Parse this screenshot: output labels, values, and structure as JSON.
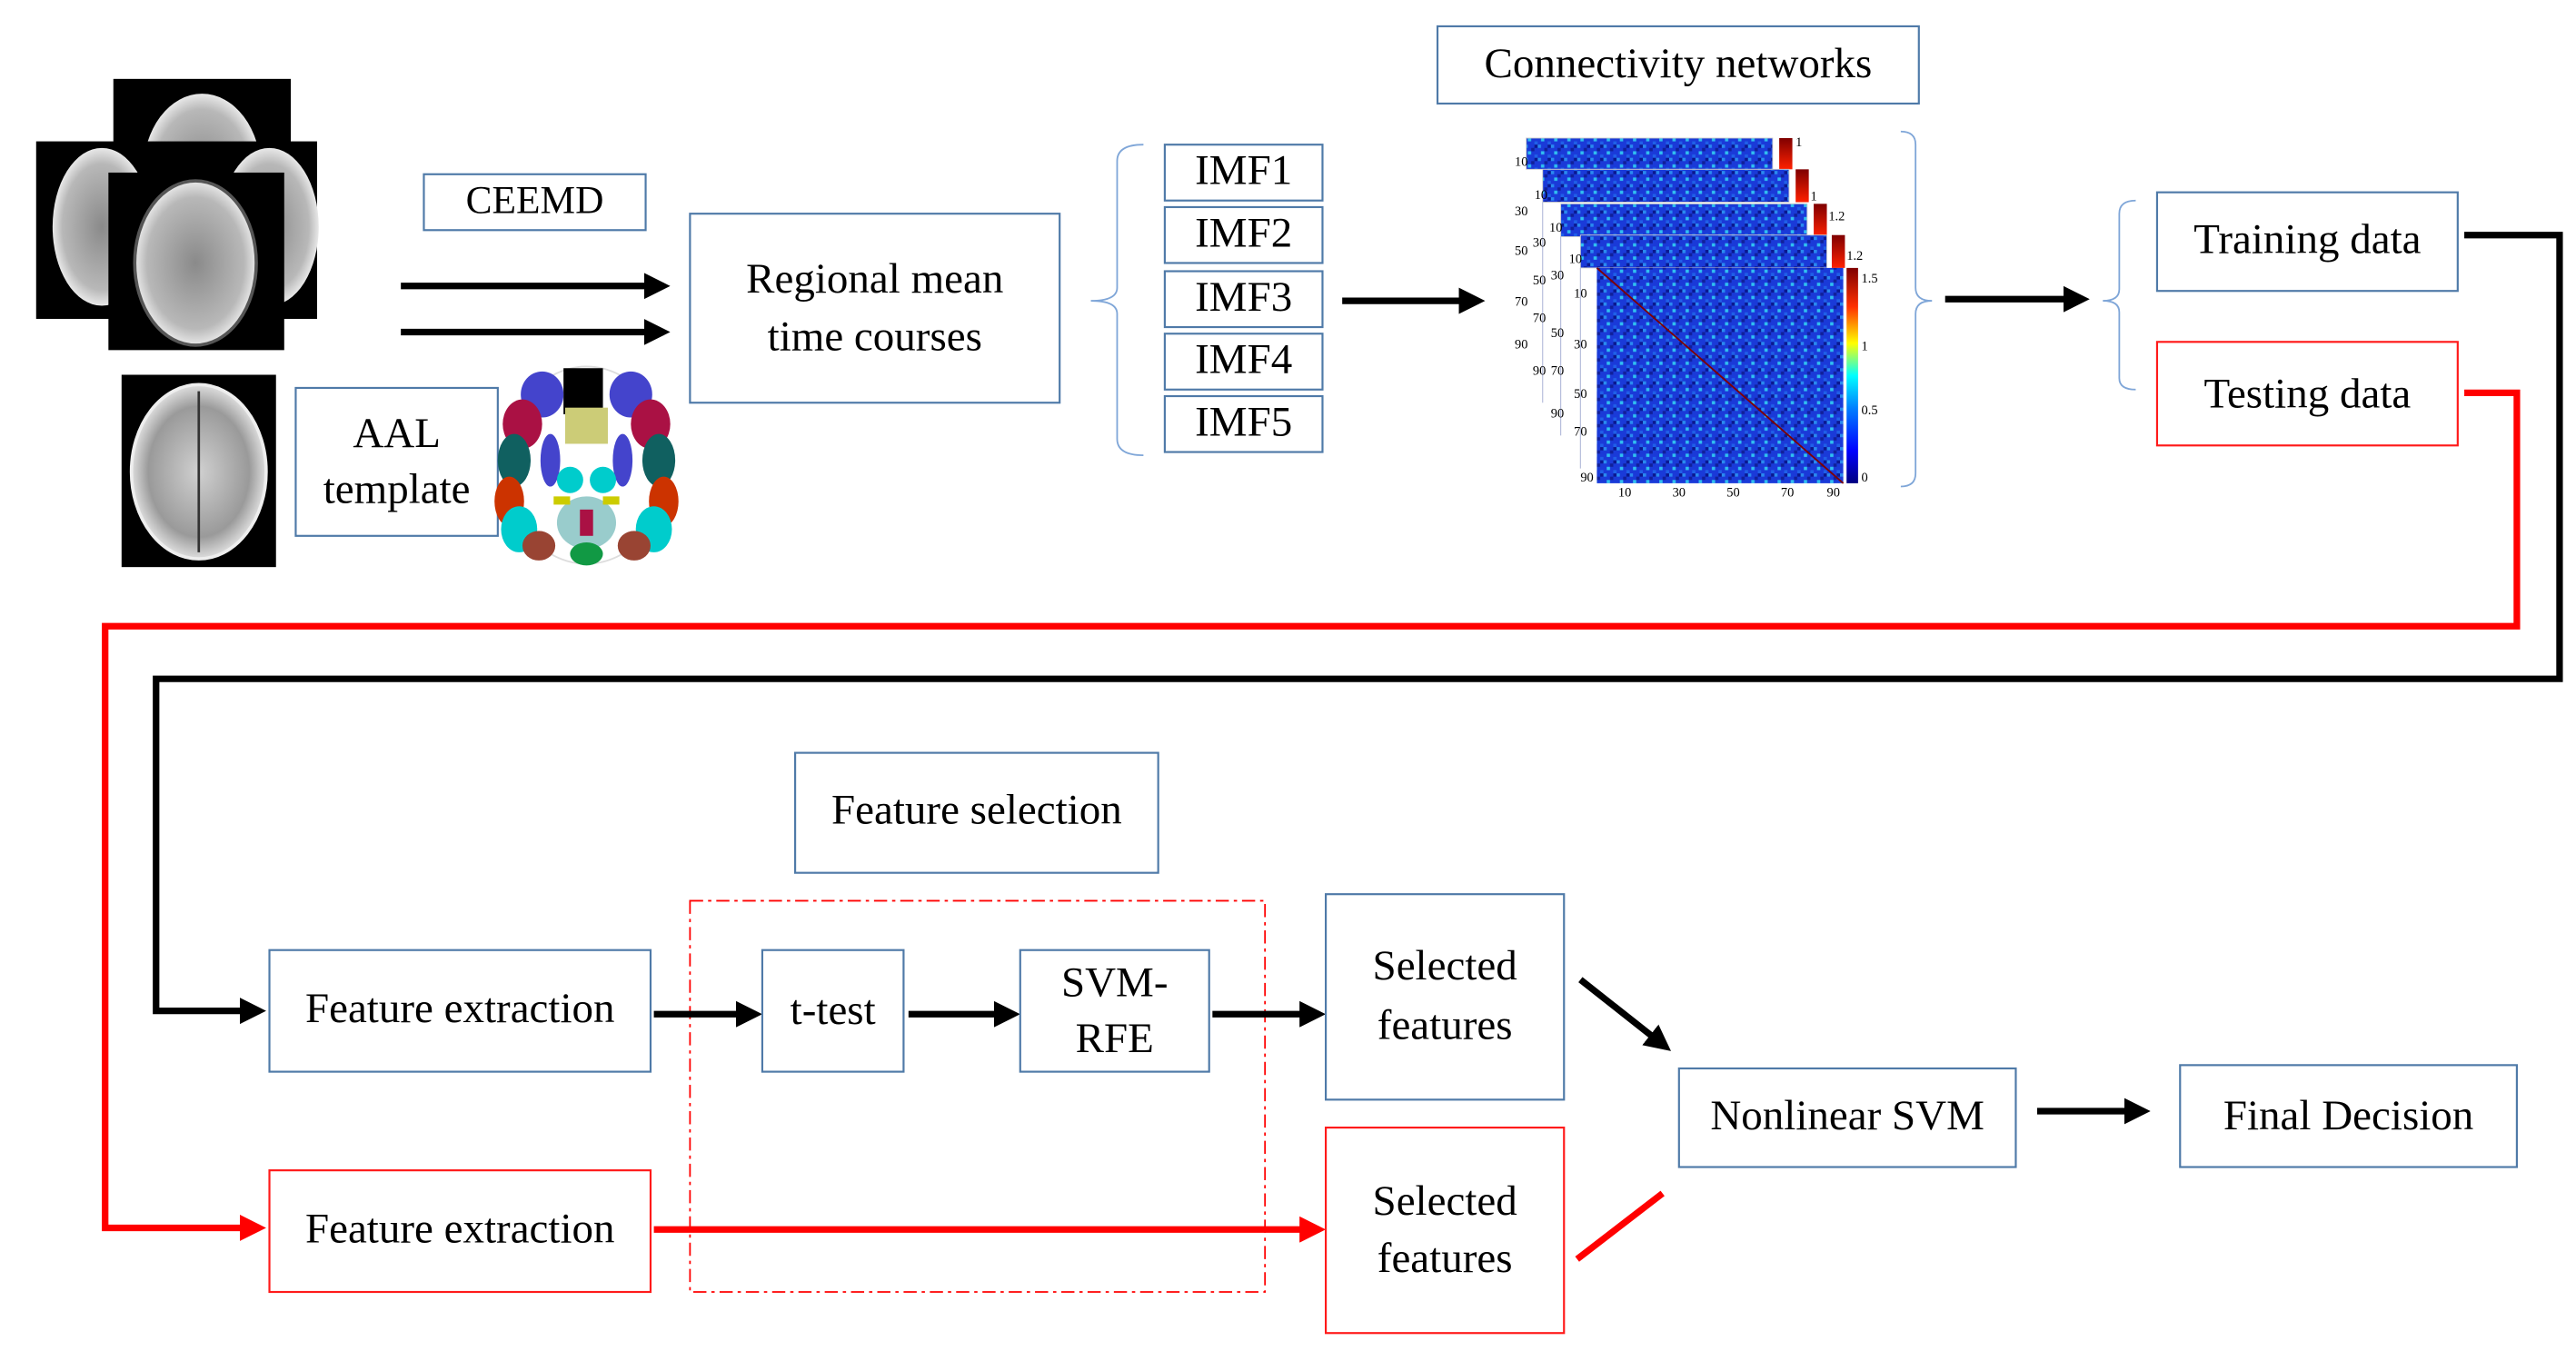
{
  "pipeline": {
    "ceemd": "CEEMD",
    "aal_line1": "AAL",
    "aal_line2": "template",
    "regional_line1": "Regional mean",
    "regional_line2": "time courses",
    "imfs": [
      "IMF1",
      "IMF2",
      "IMF3",
      "IMF4",
      "IMF5"
    ],
    "connectivity_title": "Connectivity networks",
    "training": "Training data",
    "testing": "Testing data",
    "feature_selection": "Feature selection",
    "feature_extraction_train": "Feature extraction",
    "feature_extraction_test": "Feature extraction",
    "ttest": "t-test",
    "svmrfe_line1": "SVM-",
    "svmrfe_line2": "RFE",
    "selected_train_line1": "Selected",
    "selected_train_line2": "features",
    "selected_test_line1": "Selected",
    "selected_test_line2": "features",
    "nonlinear_svm": "Nonlinear SVM",
    "final_decision": "Final Decision"
  },
  "matrix": {
    "axis_ticks": [
      "10",
      "30",
      "50",
      "70",
      "90"
    ],
    "colorbar_ticks_main": [
      "1.5",
      "1",
      "0.5",
      "0"
    ],
    "stack_colorbar_max": [
      "1",
      "1",
      "1.2",
      "1.2"
    ]
  },
  "colors": {
    "train_path": "#000000",
    "test_path": "#ff0000",
    "box_border": "#4f7aa8"
  }
}
